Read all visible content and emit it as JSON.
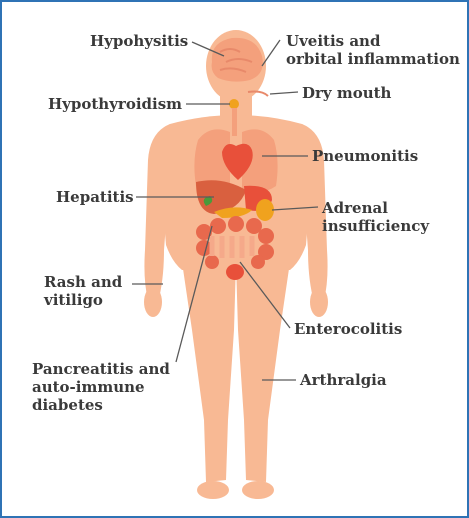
{
  "colors": {
    "border": "#2f73b5",
    "skin": "#f8b994",
    "organ_light": "#f4a07c",
    "organ_red": "#e8503a",
    "organ_dark": "#d9603f",
    "gland_orange": "#f0a21e",
    "leader_line": "#5a5a5a",
    "text": "#3a3a3a"
  },
  "labels": {
    "hypophysitis": "Hypohysitis",
    "uveitis_line1": "Uveitis and",
    "uveitis_line2": "orbital inflammation",
    "dry_mouth": "Dry mouth",
    "hypothyroidism": "Hypothyroidism",
    "pneumonitis": "Pneumonitis",
    "hepatitis": "Hepatitis",
    "adrenal_line1": "Adrenal",
    "adrenal_line2": "insufficiency",
    "rash_line1": "Rash and",
    "rash_line2": "vitiligo",
    "enterocolitis": "Enterocolitis",
    "pancreatitis_line1": "Pancreatitis and",
    "pancreatitis_line2": "auto-immune",
    "pancreatitis_line3": "diabetes",
    "arthralgia": "Arthralgia"
  }
}
